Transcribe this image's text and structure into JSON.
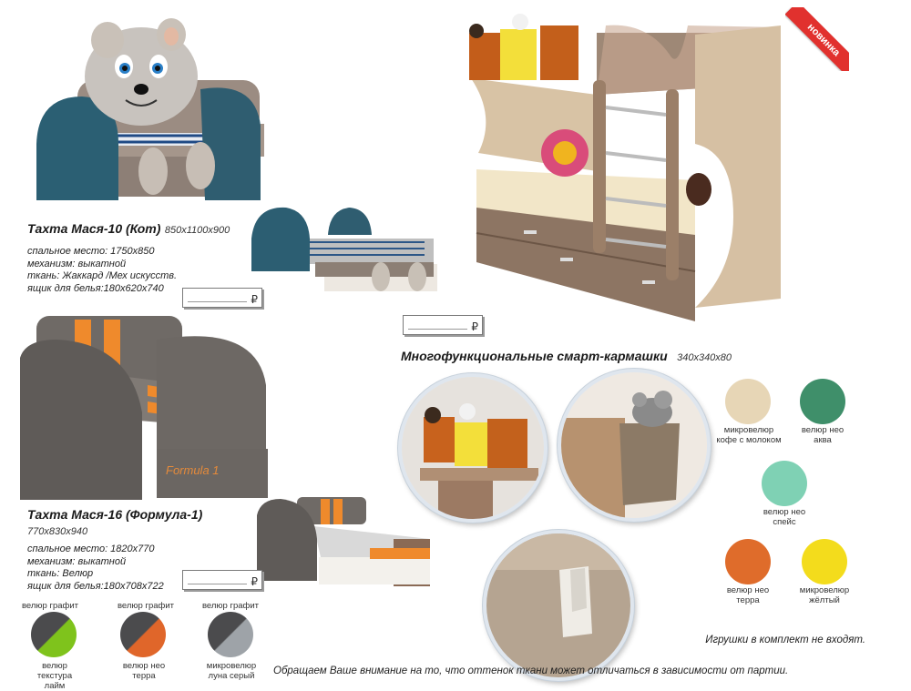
{
  "product1": {
    "title": "Тахта Мася-10 (Кот)",
    "dims": "850x1100x900",
    "specs": [
      "спальное место: 1750x850",
      "механизм: выкатной",
      "ткань: Жаккард /Мех искусств.",
      "ящик для белья:180x620x740"
    ],
    "currency": "₽"
  },
  "product2": {
    "title": "Тахта Мася-16 (Формула-1)",
    "dims": "770x830x940",
    "specs": [
      "спальное место: 1820x770",
      "механизм: выкатной",
      "ткань: Велюр",
      "ящик для белья:180x708x722"
    ],
    "currency": "₽",
    "logo_text": "Formula 1"
  },
  "product3": {
    "title": "Многофункциональные смарт-кармашки",
    "dims": "340x340x80",
    "currency": "₽",
    "badge": "новинка"
  },
  "fabric_combos": [
    {
      "top": "велюр графит",
      "bottom": "велюр текстура лайм",
      "colors": [
        "#4b4b4d",
        "#7fc31c"
      ]
    },
    {
      "top": "велюр графит",
      "bottom": "велюр нео терра",
      "colors": [
        "#4b4b4d",
        "#e0662a"
      ]
    },
    {
      "top": "велюр графит",
      "bottom": "микровелюр луна серый",
      "colors": [
        "#4b4b4d",
        "#9ea3a8"
      ]
    }
  ],
  "swatches": [
    {
      "label": "микровелюр кофе с молоком",
      "color": "#e7d6b6"
    },
    {
      "label": "велюр нео аква",
      "color": "#3f8f6a"
    },
    {
      "label": "велюр нео спейс",
      "color": "#7fd1b4"
    },
    {
      "label": "велюр нео терра",
      "color": "#df6c2b"
    },
    {
      "label": "микровелюр жёлтый",
      "color": "#f3dc1c"
    }
  ],
  "notes": {
    "toys": "Игрушки в комплект не входят.",
    "disclaimer": "Обращаем Ваше внимание на то, что оттенок ткани может отличаться в зависимости от партии."
  }
}
